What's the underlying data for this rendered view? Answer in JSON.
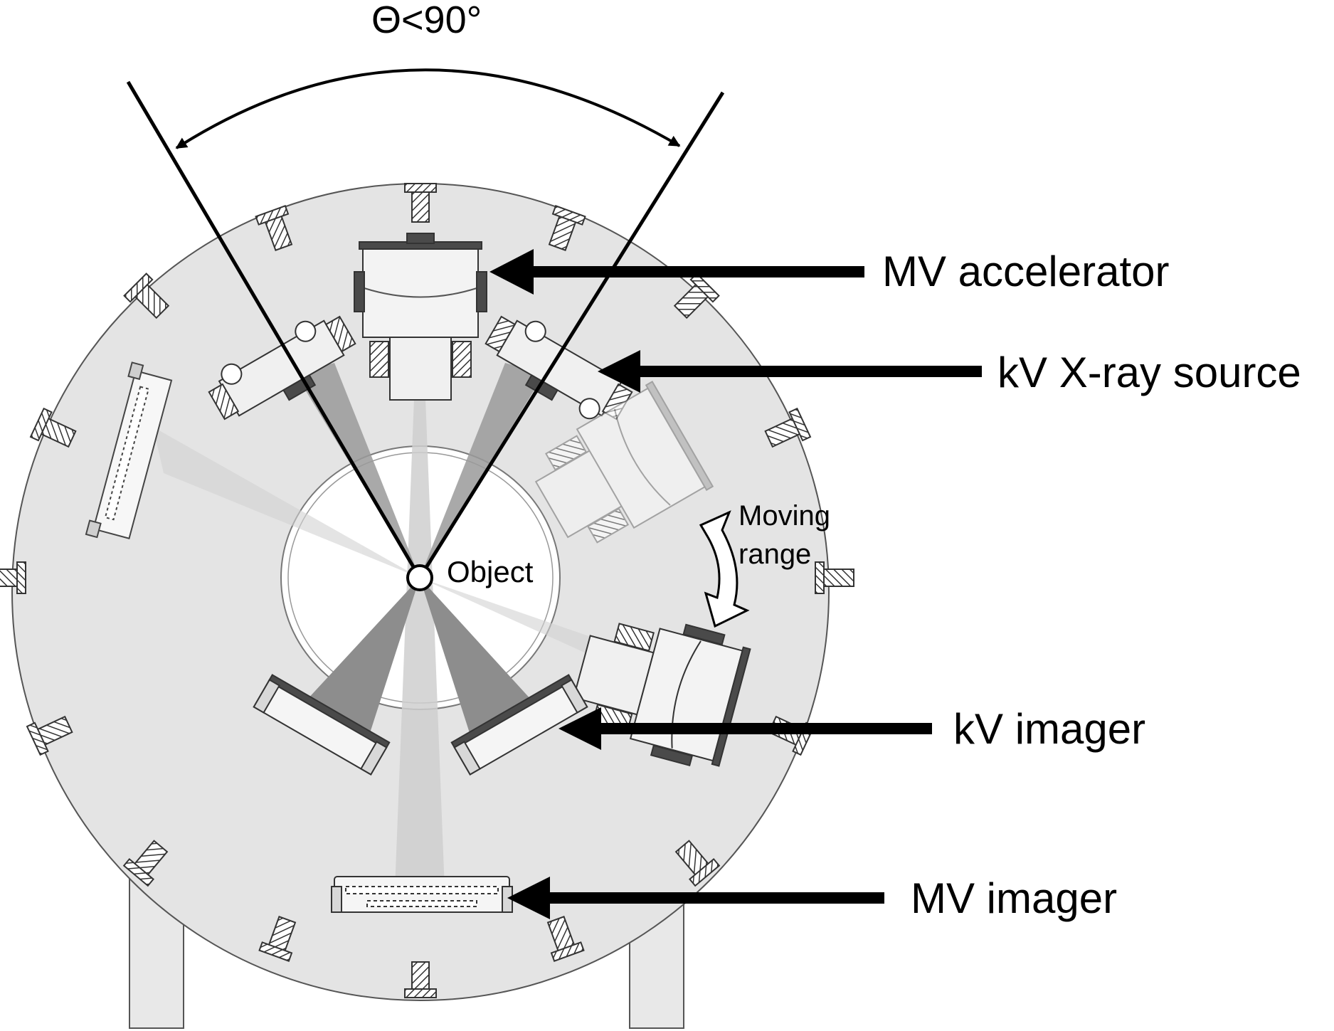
{
  "angle_label": "Θ<90°",
  "labels": {
    "mv_accelerator": "MV accelerator",
    "kv_xray_source": "kV X-ray source",
    "kv_imager": "kV imager",
    "mv_imager": "MV imager",
    "object": "Object",
    "moving_range_line1": "Moving",
    "moving_range_line2": "range"
  },
  "colors": {
    "gantry_fill": "#e4e4e4",
    "bore_fill": "#ffffff",
    "beam_dark": "#8a8a8a",
    "beam_light": "#c9c9c9",
    "component_fill": "#efefef",
    "panel_dark": "#4a4a4a",
    "line": "#000000"
  }
}
